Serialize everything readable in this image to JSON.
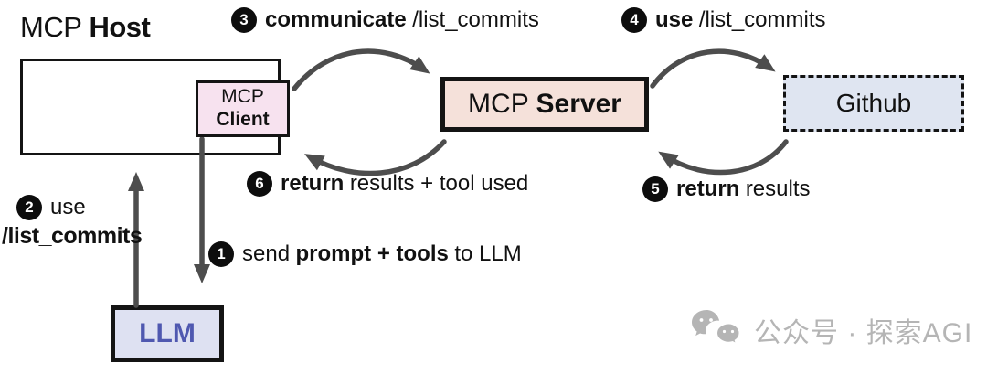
{
  "title": {
    "normal": "MCP",
    "bold": "Host"
  },
  "nodes": {
    "host": {
      "name": "MCP Host"
    },
    "client": {
      "line1": "MCP",
      "line2": "Client",
      "bg": "#f7e2ef"
    },
    "server": {
      "normal": "MCP",
      "bold": "Server",
      "bg": "#f5e1da"
    },
    "github": {
      "label": "Github",
      "bg": "#dfe5f1",
      "border_style": "dashed"
    },
    "llm": {
      "label": "LLM",
      "bg": "#dee1f2",
      "text_color": "#4f58b0"
    }
  },
  "steps": [
    {
      "num": "1",
      "parts": [
        {
          "t": "send",
          "b": false
        },
        {
          "t": "prompt + tools",
          "b": true
        },
        {
          "t": "to LLM",
          "b": false
        }
      ],
      "from": "mcp-client",
      "to": "llm"
    },
    {
      "num": "2",
      "parts": [
        {
          "t": "use",
          "b": false
        },
        {
          "t": "/list_commits",
          "b": true
        }
      ],
      "from": "llm",
      "to": "mcp-host"
    },
    {
      "num": "3",
      "parts": [
        {
          "t": "communicate",
          "b": true
        },
        {
          "t": "/list_commits",
          "b": false
        }
      ],
      "from": "mcp-client",
      "to": "mcp-server"
    },
    {
      "num": "4",
      "parts": [
        {
          "t": "use",
          "b": true
        },
        {
          "t": "/list_commits",
          "b": false
        }
      ],
      "from": "mcp-server",
      "to": "github"
    },
    {
      "num": "5",
      "parts": [
        {
          "t": "return",
          "b": true
        },
        {
          "t": "results",
          "b": false
        }
      ],
      "from": "github",
      "to": "mcp-server"
    },
    {
      "num": "6",
      "parts": [
        {
          "t": "return",
          "b": true
        },
        {
          "t": "results + tool used",
          "b": false
        }
      ],
      "from": "mcp-server",
      "to": "mcp-client"
    }
  ],
  "arrows": {
    "color": "#4d4d4d"
  },
  "watermark": {
    "icon": "wechat-icon",
    "text": "公众号 · 探索AGI",
    "color": "#b5b5b5"
  }
}
